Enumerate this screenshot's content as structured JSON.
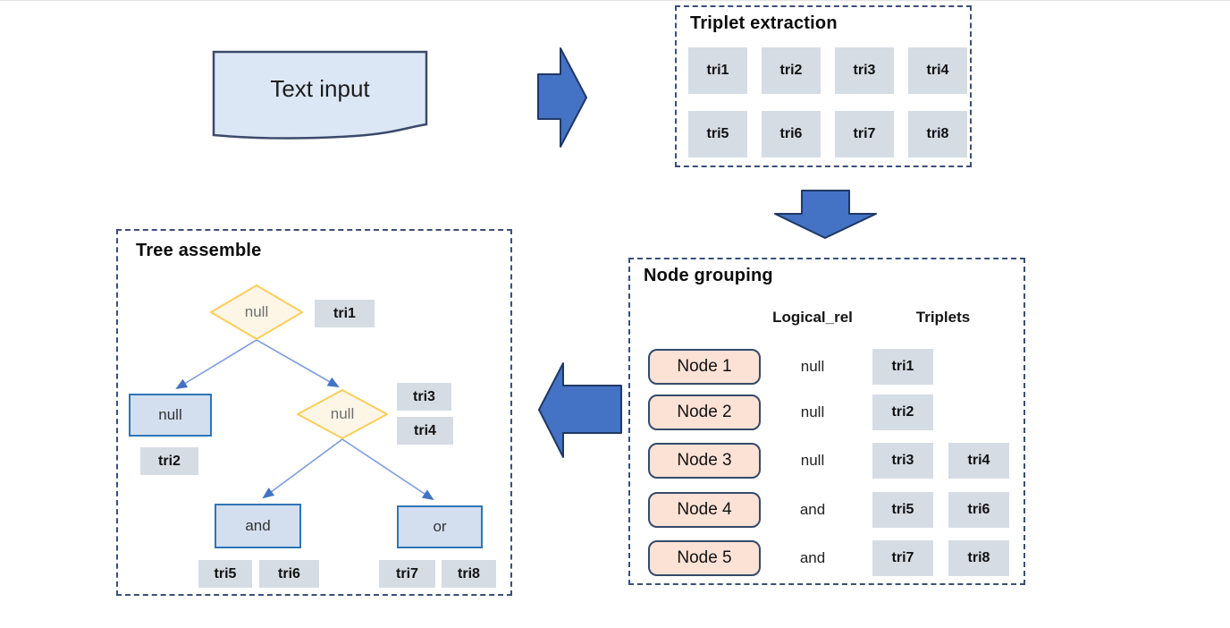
{
  "colors": {
    "flow_arrow_fill": "#4472c4",
    "flow_arrow_stroke": "#203864",
    "panel_dash_border": "#3a4f79",
    "triplet_box_fill": "#d6dce4",
    "node_box_fill": "#fbe2d5",
    "node_box_border": "#35496b",
    "document_fill": "#dce7f5",
    "diamond_fill": "#fdf6e7",
    "diamond_border": "#fbce5a",
    "tree_rect_fill": "#d3dfef",
    "tree_rect_border": "#2e75b6",
    "connector_line": "#7d9ce0"
  },
  "text_input": {
    "label": "Text input"
  },
  "triplet_extraction": {
    "title": "Triplet extraction",
    "items": [
      "tri1",
      "tri2",
      "tri3",
      "tri4",
      "tri5",
      "tri6",
      "tri7",
      "tri8"
    ]
  },
  "node_grouping": {
    "title": "Node grouping",
    "headers": {
      "logical_rel": "Logical_rel",
      "triplets": "Triplets"
    },
    "rows": [
      {
        "node": "Node 1",
        "logical_rel": "null",
        "triplets": [
          "tri1"
        ]
      },
      {
        "node": "Node 2",
        "logical_rel": "null",
        "triplets": [
          "tri2"
        ]
      },
      {
        "node": "Node 3",
        "logical_rel": "null",
        "triplets": [
          "tri3",
          "tri4"
        ]
      },
      {
        "node": "Node 4",
        "logical_rel": "and",
        "triplets": [
          "tri5",
          "tri6"
        ]
      },
      {
        "node": "Node 5",
        "logical_rel": "and",
        "triplets": [
          "tri7",
          "tri8"
        ]
      }
    ]
  },
  "tree_assemble": {
    "title": "Tree assemble",
    "root": {
      "label": "null",
      "triplets": [
        "tri1"
      ]
    },
    "left_child": {
      "label": "null",
      "triplets": [
        "tri2"
      ]
    },
    "right_child": {
      "label": "null",
      "triplets": [
        "tri3",
        "tri4"
      ]
    },
    "and_node": {
      "label": "and",
      "triplets": [
        "tri5",
        "tri6"
      ]
    },
    "or_node": {
      "label": "or",
      "triplets": [
        "tri7",
        "tri8"
      ]
    }
  }
}
